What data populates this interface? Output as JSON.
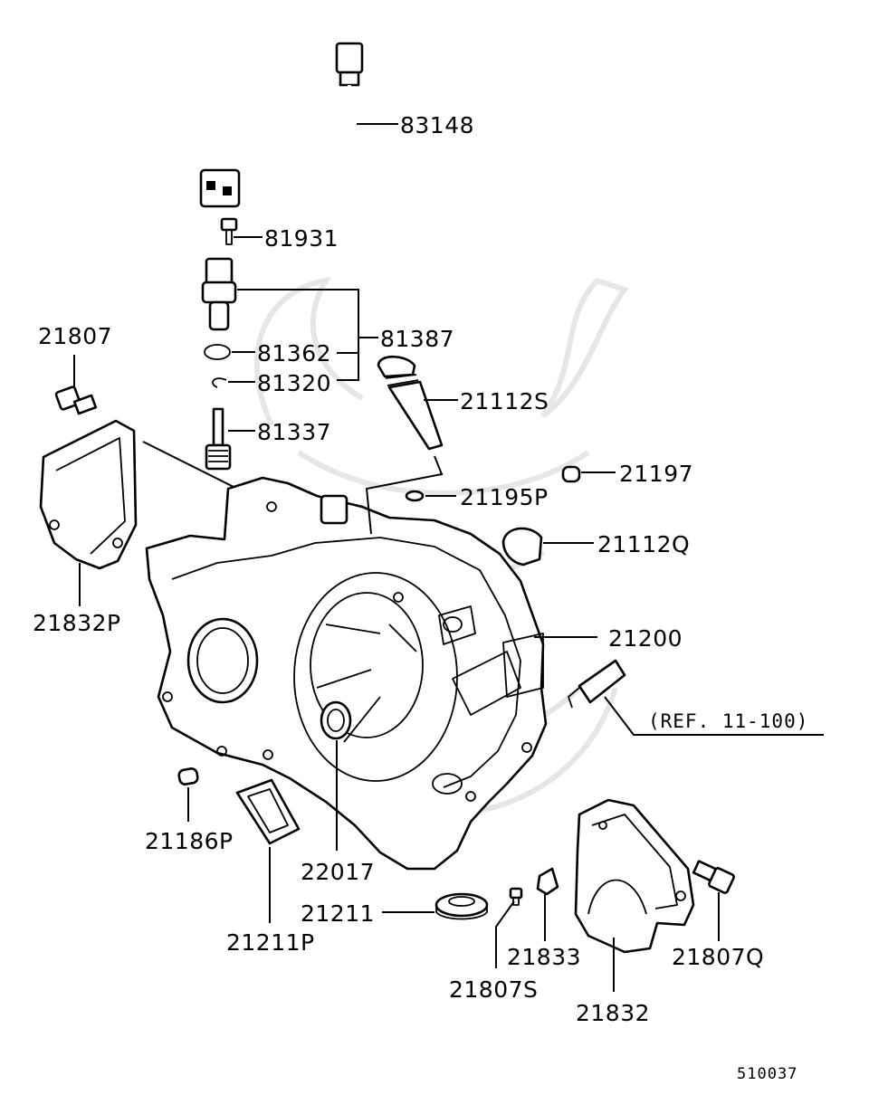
{
  "diagram_code": "510037",
  "reference_note": "(REF. 11-100)",
  "parts": [
    {
      "id": "p83148",
      "number": "83148"
    },
    {
      "id": "p81931",
      "number": "81931"
    },
    {
      "id": "p81387",
      "number": "81387"
    },
    {
      "id": "p81362",
      "number": "81362"
    },
    {
      "id": "p81320",
      "number": "81320"
    },
    {
      "id": "p81337",
      "number": "81337"
    },
    {
      "id": "p21807",
      "number": "21807"
    },
    {
      "id": "p21832P",
      "number": "21832P"
    },
    {
      "id": "p21112S",
      "number": "21112S"
    },
    {
      "id": "p21197",
      "number": "21197"
    },
    {
      "id": "p21195P",
      "number": "21195P"
    },
    {
      "id": "p21112Q",
      "number": "21112Q"
    },
    {
      "id": "p21200",
      "number": "21200"
    },
    {
      "id": "p21186P",
      "number": "21186P"
    },
    {
      "id": "p22017",
      "number": "22017"
    },
    {
      "id": "p21211",
      "number": "21211"
    },
    {
      "id": "p21211P",
      "number": "21211P"
    },
    {
      "id": "p21833",
      "number": "21833"
    },
    {
      "id": "p21807S",
      "number": "21807S"
    },
    {
      "id": "p21832",
      "number": "21832"
    },
    {
      "id": "p21807Q",
      "number": "21807Q"
    }
  ]
}
